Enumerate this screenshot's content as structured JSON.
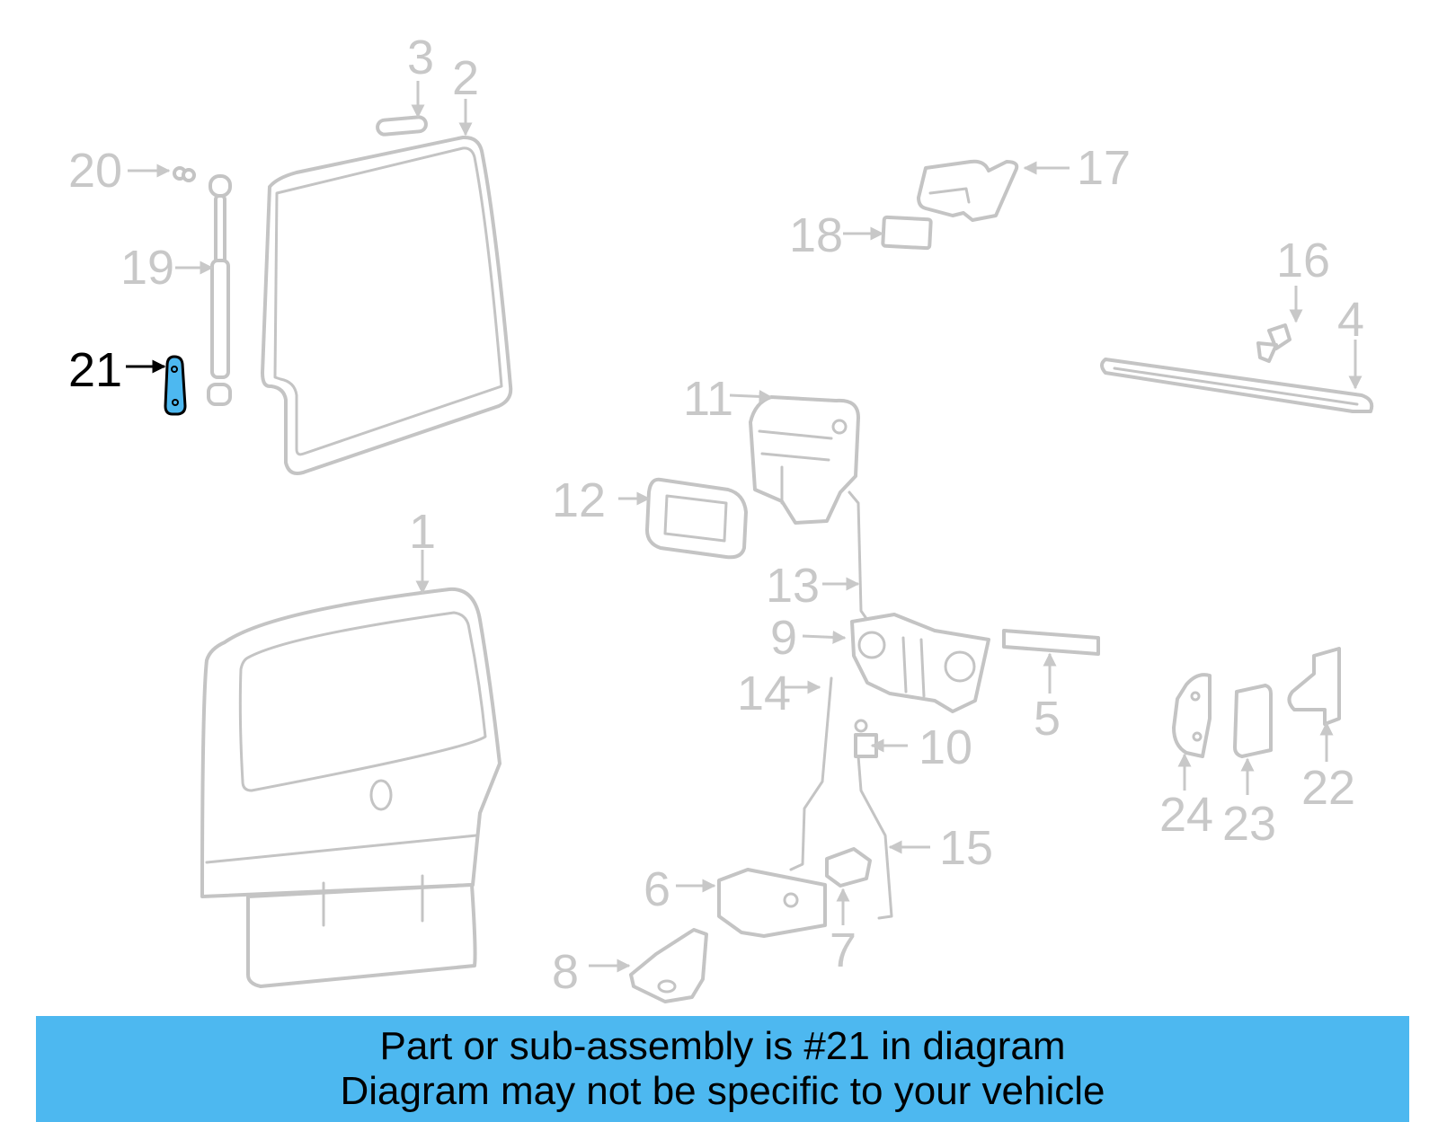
{
  "callouts": {
    "c1": "1",
    "c2": "2",
    "c3": "3",
    "c4": "4",
    "c5": "5",
    "c6": "6",
    "c7": "7",
    "c8": "8",
    "c9": "9",
    "c10": "10",
    "c11": "11",
    "c12": "12",
    "c13": "13",
    "c14": "14",
    "c15": "15",
    "c16": "16",
    "c17": "17",
    "c18": "18",
    "c19": "19",
    "c20": "20",
    "c21": "21",
    "c22": "22",
    "c23": "23",
    "c24": "24"
  },
  "highlight": {
    "part_number": "21",
    "color": "#4db8f0",
    "outline_color": "#000000"
  },
  "colors": {
    "part_stroke": "#c4c4c4",
    "callout_text": "#c8c8c8",
    "banner_bg": "#4db8f0"
  },
  "banner": {
    "line1": "Part or sub-assembly is #21 in diagram",
    "line2": "Diagram may not be specific to your vehicle"
  }
}
